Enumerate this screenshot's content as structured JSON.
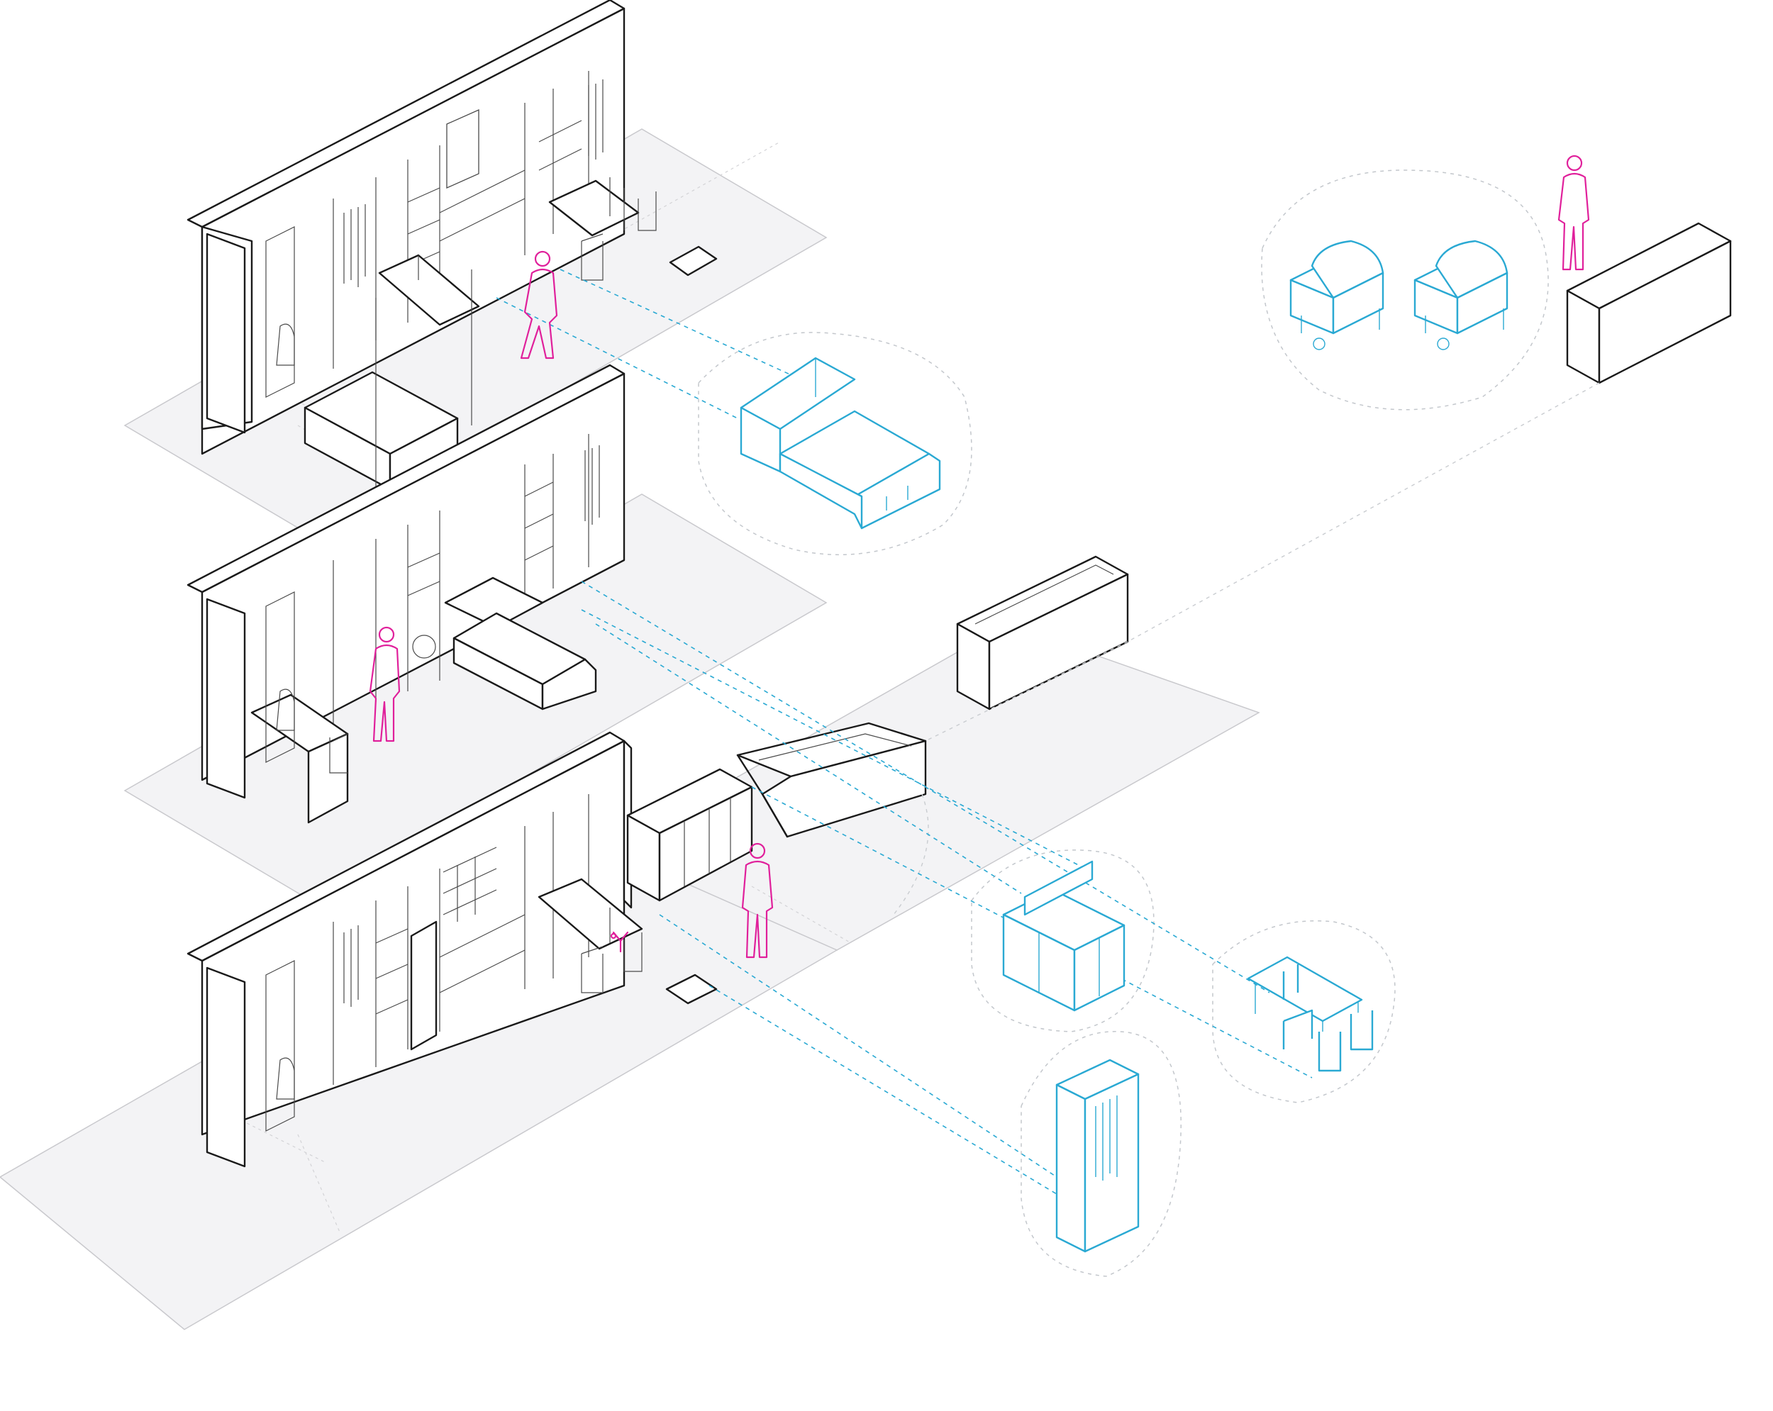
{
  "diagram": {
    "type": "isometric-exploded-axonometric",
    "colors": {
      "background": "#ffffff",
      "floor": "#f3f3f5",
      "floor_edge": "#c9c9cd",
      "line": "#1a1a1a",
      "thin_line": "#6a6a6a",
      "furniture": "#2aa9d3",
      "person": "#e0209b",
      "leader": "#2aa9d3",
      "bubble": "#c3c7cc"
    },
    "levels": [
      {
        "id": "top",
        "configuration": "bed-down"
      },
      {
        "id": "middle",
        "configuration": "sofa-desk"
      },
      {
        "id": "bottom",
        "configuration": "dining-kitchen"
      }
    ],
    "exploded_items": [
      {
        "id": "bed",
        "icon": "bed-icon"
      },
      {
        "id": "grill-1",
        "icon": "grill-icon"
      },
      {
        "id": "grill-2",
        "icon": "grill-icon"
      },
      {
        "id": "kitchenette",
        "icon": "kitchenette-icon"
      },
      {
        "id": "dining-set",
        "icon": "dining-table-icon"
      },
      {
        "id": "wardrobe",
        "icon": "wardrobe-icon"
      },
      {
        "id": "planter-box",
        "icon": "planter-icon"
      },
      {
        "id": "bench-block",
        "icon": "bench-icon"
      }
    ],
    "people_count": 5
  }
}
